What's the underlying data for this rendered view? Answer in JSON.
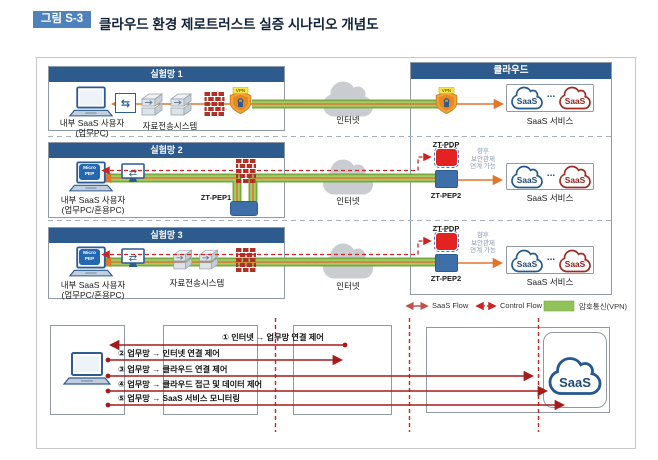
{
  "figure": {
    "badge": "그림 S-3",
    "title": "클라우드 환경 제로트러스트 실증 시나리오 개념도"
  },
  "networks": [
    {
      "name": "실험망 1",
      "user": "내부 SaaS 사용자\n(업무PC)",
      "system": "자료전송시스템"
    },
    {
      "name": "실험망 2",
      "user": "내부 SaaS 사용자\n(업무PC/혼용PC)",
      "pep1": "ZT-PEP1",
      "pdp": "ZT-PDP",
      "pep2": "ZT-PEP2",
      "note": "향후\n보안관제\n연계 가능"
    },
    {
      "name": "실험망 3",
      "user": "내부 SaaS 사용자\n(업무PC/혼용PC)",
      "system": "자료전송시스템",
      "pdp": "ZT-PDP",
      "pep2": "ZT-PEP2",
      "note": "향후\n보안관제\n연계 가능"
    }
  ],
  "internet_label": "인터넷",
  "cloud": {
    "title": "클라우드",
    "saas": "SaaS",
    "service_label": "SaaS 서비스",
    "ellipsis": "..."
  },
  "device": {
    "micro_pep": "Micro\nPEP",
    "vpn_tag": "VPN"
  },
  "icons": {
    "transfer_glyph": "⇄",
    "exchange_glyph": "⇆"
  },
  "legend": {
    "saas_flow": "SaaS Flow",
    "control_flow": "Control Flow",
    "vpn": "암호통신(VPN)"
  },
  "flows": [
    {
      "label": "① 인터넷 → 업무망 연결 제어"
    },
    {
      "label": "② 업무망 → 인터넷 연결 제어"
    },
    {
      "label": "③ 업무망 → 클라우드 연결 제어"
    },
    {
      "label": "④ 업무망 → 클라우드 접근 및 데이터 제어"
    },
    {
      "label": "⑤ 업무망 → SaaS 서비스 모니터링"
    }
  ],
  "colors": {
    "vpn_green": "#92c25a",
    "saas_flow_orange": "#e0762a",
    "control_red": "#cc2323",
    "header_navy": "#2e5b8d",
    "flow_dark_red": "#a61c1c"
  }
}
